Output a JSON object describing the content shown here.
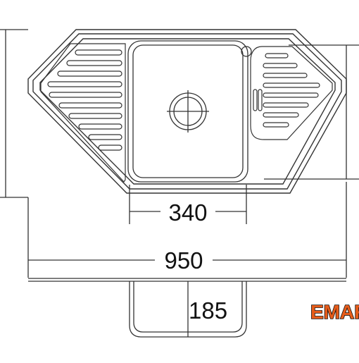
{
  "drawing": {
    "dimensions": {
      "bowl_width": "340",
      "total_width": "950",
      "bowl_depth": "185"
    },
    "logo": "EMAR",
    "colors": {
      "line": "#333333",
      "logo_fill": "#e65c1a",
      "logo_stroke": "#111111"
    }
  }
}
